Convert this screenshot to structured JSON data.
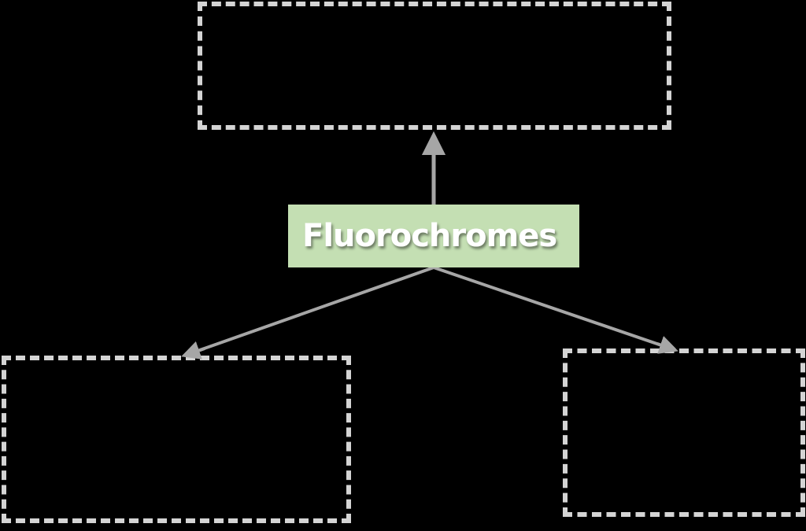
{
  "diagram": {
    "center_node": {
      "label": "Fluorochromes",
      "fill": "#c4dfb3",
      "text_color": "#ffffff"
    },
    "boxes": [
      {
        "id": "top",
        "label": "",
        "border_color": "#d4d4d4",
        "border_style": "dashed"
      },
      {
        "id": "bottom-left",
        "label": "",
        "border_color": "#d4d4d4",
        "border_style": "dashed"
      },
      {
        "id": "bottom-right",
        "label": "",
        "border_color": "#d4d4d4",
        "border_style": "dashed"
      }
    ],
    "arrows": [
      {
        "from": "center",
        "to": "top",
        "color": "#a6a6a6"
      },
      {
        "from": "center",
        "to": "bottom-left",
        "color": "#a6a6a6"
      },
      {
        "from": "center",
        "to": "bottom-right",
        "color": "#a6a6a6"
      }
    ],
    "background": "#000000"
  }
}
